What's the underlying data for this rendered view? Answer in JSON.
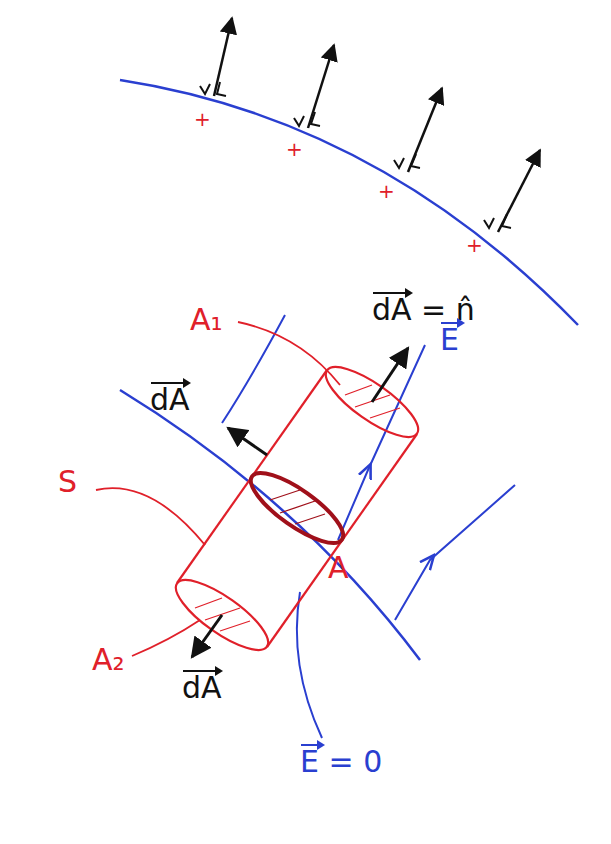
{
  "diagram": {
    "labels": [
      "+",
      "+",
      "+",
      "+",
      "A₁",
      "dA = n̂",
      "E",
      "dA",
      "S",
      "A",
      "A₂",
      "dA",
      "E = 0"
    ]
  }
}
